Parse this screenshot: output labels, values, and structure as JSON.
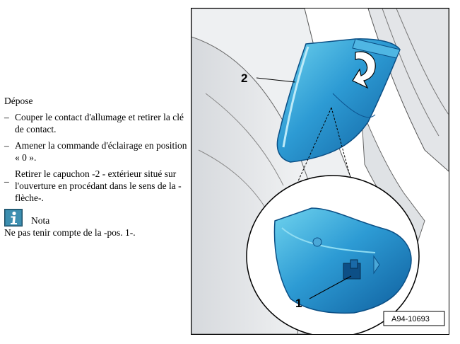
{
  "section": {
    "heading": "Dépose",
    "steps": [
      {
        "dash": "–",
        "text": "Couper le contact d'allumage et retirer la clé de contact."
      },
      {
        "dash": "–",
        "text": "Amener la commande d'éclairage en position « 0 »."
      },
      {
        "dash": "_",
        "text": "Retirer le capuchon -2 - extérieur situé sur l'ouverture en procédant dans le sens de la -flèche-."
      }
    ],
    "note": {
      "icon": "info-icon",
      "label": "Nota",
      "text": "Ne pas tenir compte de la -pos. 1-."
    }
  },
  "figure": {
    "callouts": [
      "2",
      "1"
    ],
    "reference": "A94-10693",
    "colors": {
      "cap": "#1f86c8",
      "cap_light": "#5cc7e8",
      "body": "#e6e8eb",
      "line": "#000000"
    }
  }
}
